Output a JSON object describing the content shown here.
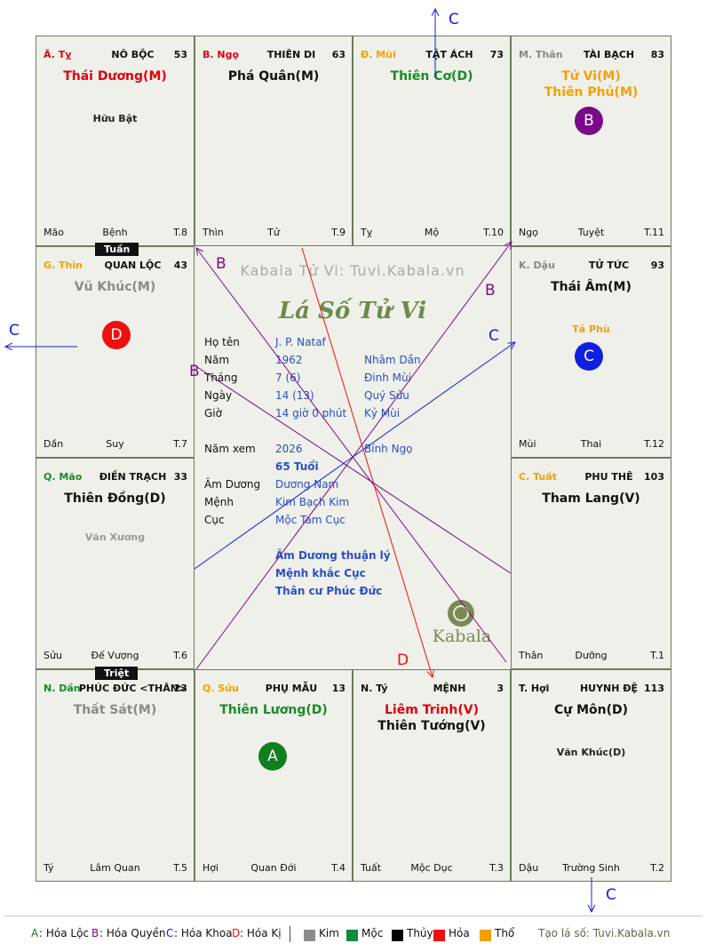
{
  "palaces": [
    {
      "id": "ty",
      "branch": "Ă. Tỵ",
      "branch_color": "#e0000f",
      "name": "NÔ BỘC",
      "num": "53",
      "stars": [
        {
          "t": "Thái Dương(M)",
          "c": "#e0000f"
        }
      ],
      "minors": [
        "Hữu Bật"
      ],
      "bottom": [
        "Mão",
        "Bệnh",
        "T.8"
      ]
    },
    {
      "id": "ngo",
      "branch": "B. Ngọ",
      "branch_color": "#e0000f",
      "name": "THIÊN DI",
      "num": "63",
      "stars": [
        {
          "t": "Phá Quân(M)",
          "c": "#111111"
        }
      ],
      "minors": [],
      "bottom": [
        "Thìn",
        "Tử",
        "T.9"
      ]
    },
    {
      "id": "mui",
      "branch": "Đ. Mùi",
      "branch_color": "#f5a000",
      "name": "TẬT ÁCH",
      "num": "73",
      "stars": [
        {
          "t": "Thiên Cơ(D)",
          "c": "#1a8a2a"
        }
      ],
      "minors": [],
      "bottom": [
        "Tỵ",
        "Mộ",
        "T.10"
      ]
    },
    {
      "id": "than",
      "branch": "M. Thân",
      "branch_color": "#888888",
      "name": "TÀI BẠCH",
      "num": "83",
      "stars": [
        {
          "t": "Tử Vi(M)",
          "c": "#f5a000"
        },
        {
          "t": "Thiên Phủ(M)",
          "c": "#f5a000"
        }
      ],
      "minors": [],
      "bottom": [
        "Ngọ",
        "Tuyệt",
        "T.11"
      ]
    },
    {
      "id": "thin",
      "branch": "G. Thìn",
      "branch_color": "#f5a000",
      "name": "QUAN LỘC",
      "num": "43",
      "stars": [
        {
          "t": "Vũ Khúc(M)",
          "c": "#8a8a8a"
        }
      ],
      "minors": [],
      "bottom": [
        "Dần",
        "Suy",
        "T.7"
      ]
    },
    {
      "id": "dau",
      "branch": "K. Dậu",
      "branch_color": "#888888",
      "name": "TỬ TỨC",
      "num": "93",
      "stars": [
        {
          "t": "Thái Âm(M)",
          "c": "#111111"
        }
      ],
      "minors": [
        "Tả Phù"
      ],
      "bottom": [
        "Mùi",
        "Thai",
        "T.12"
      ]
    },
    {
      "id": "mao",
      "branch": "Q. Mão",
      "branch_color": "#1a8a2a",
      "name": "ĐIỀN TRẠCH",
      "num": "33",
      "stars": [
        {
          "t": "Thiên Đồng(D)",
          "c": "#111111"
        }
      ],
      "minors": [
        "Văn Xương"
      ],
      "bottom": [
        "Sửu",
        "Đế Vượng",
        "T.6"
      ]
    },
    {
      "id": "tuat",
      "branch": "C. Tuất",
      "branch_color": "#f5a000",
      "name": "PHU THÊ",
      "num": "103",
      "stars": [
        {
          "t": "Tham Lang(V)",
          "c": "#111111"
        }
      ],
      "minors": [],
      "bottom": [
        "Thân",
        "Dưỡng",
        "T.1"
      ]
    },
    {
      "id": "dan",
      "branch": "N. Dần",
      "branch_color": "#1a8a2a",
      "name": "PHÚC ĐỨC <THÂN>",
      "num": "23",
      "stars": [
        {
          "t": "Thất Sát(M)",
          "c": "#8a8a8a"
        }
      ],
      "minors": [],
      "bottom": [
        "Tý",
        "Lâm Quan",
        "T.5"
      ]
    },
    {
      "id": "suu",
      "branch": "Q. Sửu",
      "branch_color": "#f5a000",
      "name": "PHỤ MẪU",
      "num": "13",
      "stars": [
        {
          "t": "Thiên Lương(D)",
          "c": "#1a8a2a"
        }
      ],
      "minors": [],
      "bottom": [
        "Hợi",
        "Quan Đới",
        "T.4"
      ]
    },
    {
      "id": "tyrat",
      "branch": "N. Tý",
      "branch_color": "#111111",
      "name": "MỆNH",
      "num": "3",
      "stars": [
        {
          "t": "Liêm Trinh(V)",
          "c": "#e0000f"
        },
        {
          "t": "Thiên Tướng(V)",
          "c": "#111111"
        }
      ],
      "minors": [],
      "bottom": [
        "Tuất",
        "Mộc Dục",
        "T.3"
      ]
    },
    {
      "id": "hoi",
      "branch": "T. Hợi",
      "branch_color": "#111111",
      "name": "HUYNH ĐỆ",
      "num": "113",
      "stars": [
        {
          "t": "Cự Môn(D)",
          "c": "#111111"
        }
      ],
      "minors": [
        "Văn Khúc(D)"
      ],
      "bottom": [
        "Dậu",
        "Trường Sinh",
        "T.2"
      ]
    }
  ],
  "tags": {
    "tuan": "Tuần",
    "triet": "Triệt"
  },
  "markers": {
    "a": "A",
    "b": "B",
    "c": "C",
    "d": "D"
  },
  "marker_colors": {
    "a": "#0f7f1f",
    "b": "#7a0a8a",
    "c": "#1020e0",
    "d": "#ee1010"
  },
  "center": {
    "watermark": "Kabala Tử Vi: Tuvi.Kabala.vn",
    "title": "Lá Số Tử Vi",
    "rows": [
      {
        "label": "Họ tên",
        "v1": "J. P. Nataf",
        "v2": ""
      },
      {
        "label": "Năm",
        "v1": "1962",
        "v2": "Nhâm Dần"
      },
      {
        "label": "Tháng",
        "v1": "7  (6)",
        "v2": "Đinh Mùi"
      },
      {
        "label": "Ngày",
        "v1": "14  (13)",
        "v2": "Quý Sửu"
      },
      {
        "label": "Giờ",
        "v1": "14 giờ 0 phút",
        "v2": "Kỷ Mùi"
      }
    ],
    "nam_xem_label": "Năm xem",
    "nam_xem": "2026",
    "nam_xem_can": "Bính Ngọ",
    "tuoi": "65 Tuổi",
    "rows2": [
      {
        "label": "Âm Dương",
        "v1": "Dương Nam"
      },
      {
        "label": "Mệnh",
        "v1": "Kim Bạch Kim"
      },
      {
        "label": "Cục",
        "v1": "Mộc Tam Cục"
      }
    ],
    "notes": [
      "Âm Dương thuận lý",
      "Mệnh khắc Cục",
      "Thân cư Phúc Đức"
    ],
    "logo": "Kabala"
  },
  "arrow_labels": {
    "b": "B",
    "c": "C",
    "d": "D"
  },
  "legend": {
    "hoa": [
      {
        "k": "A",
        "t": ": Hóa Lộc",
        "c": "#0f7f1f"
      },
      {
        "k": "B",
        "t": ": Hóa Quyền",
        "c": "#7a0a8a"
      },
      {
        "k": "C",
        "t": ": Hóa Khoa",
        "c": "#1020e0"
      },
      {
        "k": "D",
        "t": ": Hóa Kị",
        "c": "#ee1010"
      }
    ],
    "elements": [
      {
        "t": "Kim",
        "c": "#8c8c8c"
      },
      {
        "t": "Mộc",
        "c": "#0f8a3a"
      },
      {
        "t": "Thủy",
        "c": "#000000"
      },
      {
        "t": "Hỏa",
        "c": "#ee1010"
      },
      {
        "t": "Thổ",
        "c": "#f5a000"
      }
    ],
    "site": "Tạo lá số: Tuvi.Kabala.vn"
  }
}
